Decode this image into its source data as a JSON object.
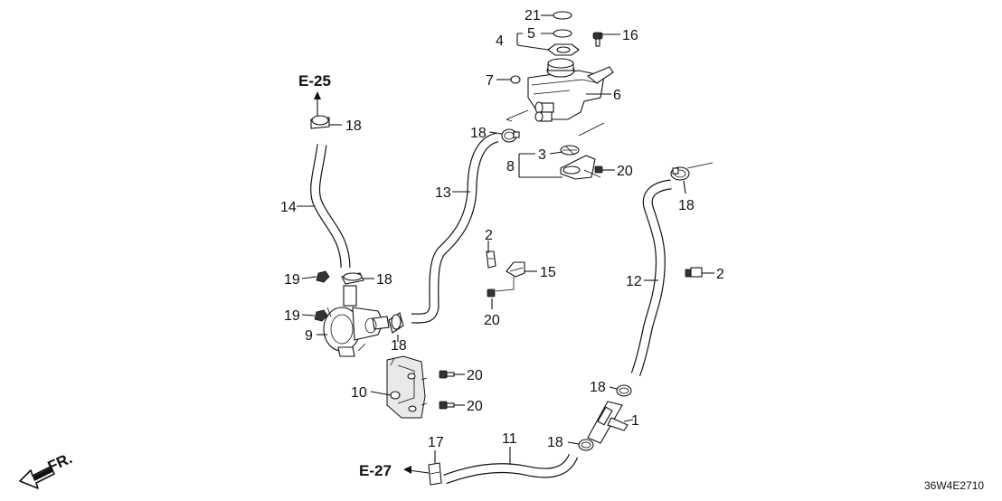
{
  "diagram": {
    "code": "36W4E2710",
    "front_label": "FR.",
    "refs": {
      "e25": "E-25",
      "e27": "E-27"
    },
    "callouts": {
      "n21": "21",
      "n5": "5",
      "n4": "4",
      "n16": "16",
      "n7": "7",
      "n6": "6",
      "n18_tank": "18",
      "n3": "3",
      "n8": "8",
      "n20_bracket": "20",
      "n18_e25": "18",
      "n14": "14",
      "n13": "13",
      "n18_right": "18",
      "n12": "12",
      "n2_mid": "2",
      "n15": "15",
      "n20_mid": "20",
      "n2_right": "2",
      "n19_a": "19",
      "n18_pump": "18",
      "n19_b": "19",
      "n9": "9",
      "n18_clamp": "18",
      "n20_a": "20",
      "n10": "10",
      "n20_b": "20",
      "n18_joint_top": "18",
      "n1": "1",
      "n18_joint_bottom": "18",
      "n17": "17",
      "n11": "11"
    }
  }
}
